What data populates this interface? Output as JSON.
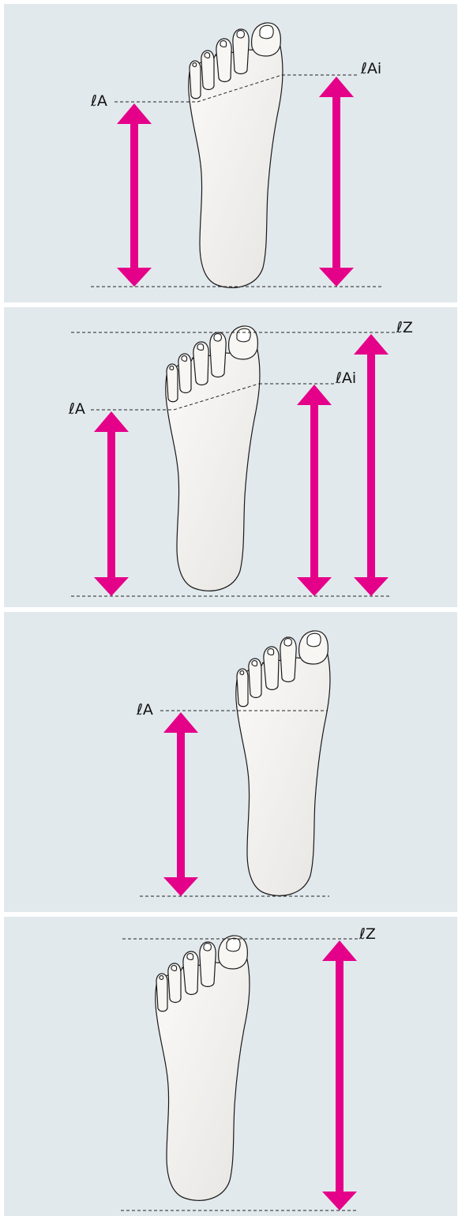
{
  "panels": [
    {
      "labels": {
        "la": "ℓA",
        "lai": "ℓAi"
      }
    },
    {
      "labels": {
        "la": "ℓA",
        "lai": "ℓAi",
        "lz": "ℓZ"
      }
    },
    {
      "labels": {
        "la": "ℓA"
      }
    },
    {
      "labels": {
        "lz": "ℓZ"
      }
    }
  ],
  "colors": {
    "arrow": "#e5008a",
    "background": "#e2e9ed",
    "foot_fill": "#f3f2ef",
    "outline": "#1a1a1a"
  }
}
